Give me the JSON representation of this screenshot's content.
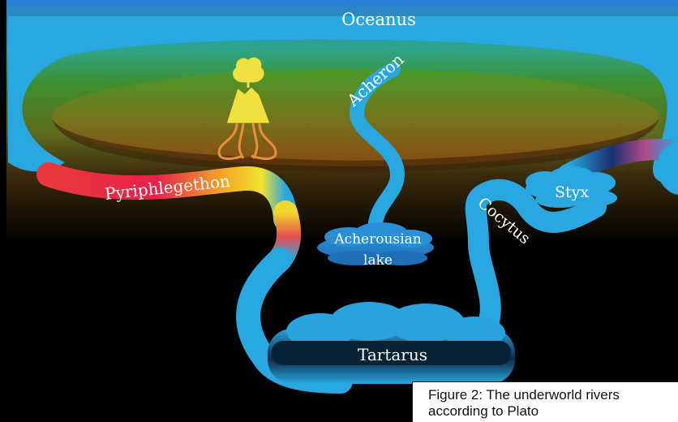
{
  "labels": {
    "oceanus": "Oceanus",
    "acheron": "Acheron",
    "pyriphlegethon": "Pyriphlegethon",
    "cocytus": "Cocytus",
    "styx": "Styx",
    "acherousian_line1": "Acherousian",
    "acherousian_line2": "lake",
    "tartarus": "Tartarus"
  },
  "caption": {
    "line1": "Figure 2: The underworld rivers",
    "line2": "according to Plato"
  },
  "colors": {
    "river": "#29a7e1",
    "river_light": "#4fc3f2",
    "fire_yellow": "#f2e22e",
    "fire_red": "#e02020",
    "earth_green": "#3f8f2c",
    "earth_brown": "#8a4a12",
    "volcano": "#f0e040",
    "background": "#000000"
  },
  "icons": {
    "volcano": "volcano-icon"
  }
}
